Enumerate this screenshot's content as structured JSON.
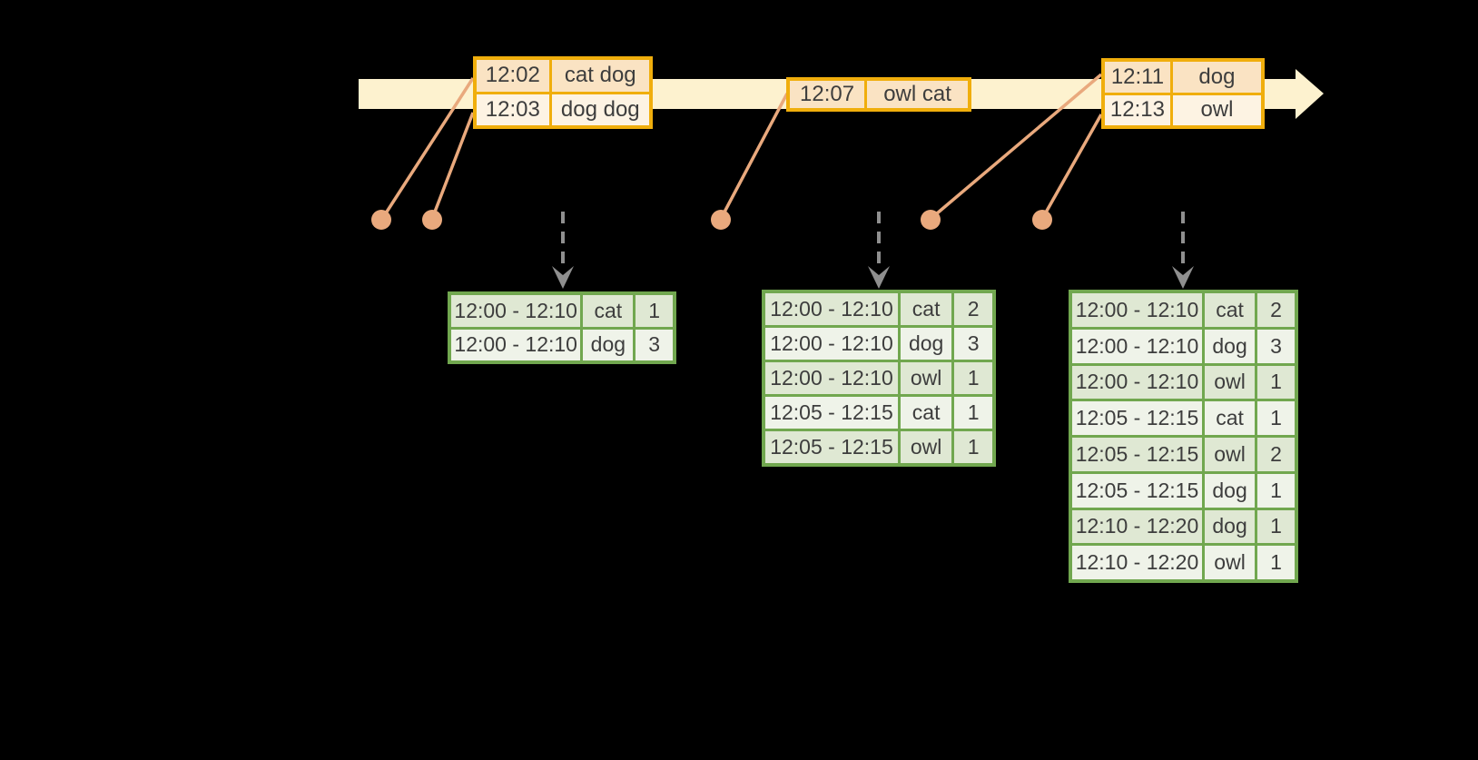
{
  "colors": {
    "background": "#000000",
    "timeline_fill": "#fdf2cf",
    "event_border": "#f0ae0c",
    "event_cell_dark": "#fae3c3",
    "event_cell_light": "#fdf3e3",
    "marker": "#e9a97d",
    "result_border": "#71a74f",
    "result_cell_dark": "#dfe8d3",
    "result_cell_light": "#eff3e9",
    "arrow_gray": "#8f8f8f",
    "text": "#3d3d3d"
  },
  "icons": {
    "timeline_arrowhead": "right-arrow",
    "event_marker": "filled-circle",
    "trigger_arrow": "dashed-down-arrow"
  },
  "event_tables": [
    {
      "rows": [
        {
          "time": "12:02",
          "words": "cat dog"
        },
        {
          "time": "12:03",
          "words": "dog dog"
        }
      ]
    },
    {
      "rows": [
        {
          "time": "12:07",
          "words": "owl cat"
        }
      ]
    },
    {
      "rows": [
        {
          "time": "12:11",
          "words": "dog"
        },
        {
          "time": "12:13",
          "words": "owl"
        }
      ]
    }
  ],
  "result_tables": [
    {
      "rows": [
        {
          "window": "12:00 - 12:10",
          "word": "cat",
          "count": "1"
        },
        {
          "window": "12:00 - 12:10",
          "word": "dog",
          "count": "3"
        }
      ]
    },
    {
      "rows": [
        {
          "window": "12:00 - 12:10",
          "word": "cat",
          "count": "2"
        },
        {
          "window": "12:00 - 12:10",
          "word": "dog",
          "count": "3"
        },
        {
          "window": "12:00 - 12:10",
          "word": "owl",
          "count": "1"
        },
        {
          "window": "12:05 - 12:15",
          "word": "cat",
          "count": "1"
        },
        {
          "window": "12:05 - 12:15",
          "word": "owl",
          "count": "1"
        }
      ]
    },
    {
      "rows": [
        {
          "window": "12:00 - 12:10",
          "word": "cat",
          "count": "2"
        },
        {
          "window": "12:00 - 12:10",
          "word": "dog",
          "count": "3"
        },
        {
          "window": "12:00 - 12:10",
          "word": "owl",
          "count": "1"
        },
        {
          "window": "12:05 - 12:15",
          "word": "cat",
          "count": "1"
        },
        {
          "window": "12:05 - 12:15",
          "word": "owl",
          "count": "2"
        },
        {
          "window": "12:05 - 12:15",
          "word": "dog",
          "count": "1"
        },
        {
          "window": "12:10 - 12:20",
          "word": "dog",
          "count": "1"
        },
        {
          "window": "12:10 - 12:20",
          "word": "owl",
          "count": "1"
        }
      ]
    }
  ]
}
